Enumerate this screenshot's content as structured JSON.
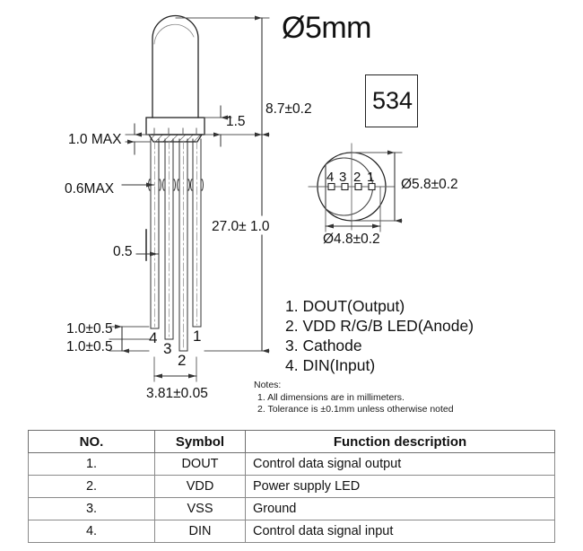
{
  "title": "Ø5mm",
  "part_code": "534",
  "dimensions": {
    "height_total": "8.7±0.2",
    "flange_thickness": "1.5",
    "flange_max": "1.0 MAX",
    "lead_bulge_max": "0.6MAX",
    "lead_width": "0.5",
    "lead_length": "27.0± 1.0",
    "lead_step_a": "1.0±0.5",
    "lead_step_b": "1.0±0.5",
    "lead_pitch": "3.81±0.05",
    "body_outer_dia": "Ø5.8±0.2",
    "body_inner_dia": "Ø4.8±0.2"
  },
  "bottom_view": {
    "pin_numbers": [
      "4",
      "3",
      "2",
      "1"
    ]
  },
  "side_view": {
    "lead_numbers": [
      "4",
      "3",
      "2",
      "1"
    ]
  },
  "pin_functions": [
    "1. DOUT(Output)",
    "2. VDD R/G/B LED(Anode)",
    "3. Cathode",
    "4. DIN(Input)"
  ],
  "notes": {
    "heading": "Notes:",
    "lines": [
      "1. All dimensions are in millimeters.",
      "2. Tolerance is ±0.1mm unless otherwise noted"
    ]
  },
  "table": {
    "headers": [
      "NO.",
      "Symbol",
      "Function description"
    ],
    "rows": [
      {
        "no": "1.",
        "symbol": "DOUT",
        "description": "Control data signal output"
      },
      {
        "no": "2.",
        "symbol": "VDD",
        "description": "Power supply LED"
      },
      {
        "no": "3.",
        "symbol": "VSS",
        "description": "Ground"
      },
      {
        "no": "4.",
        "symbol": "DIN",
        "description": "Control data signal input"
      }
    ]
  },
  "colors": {
    "line": "#222222",
    "thin_line": "#555555",
    "table_border": "#6f6f6f",
    "text": "#111111"
  }
}
